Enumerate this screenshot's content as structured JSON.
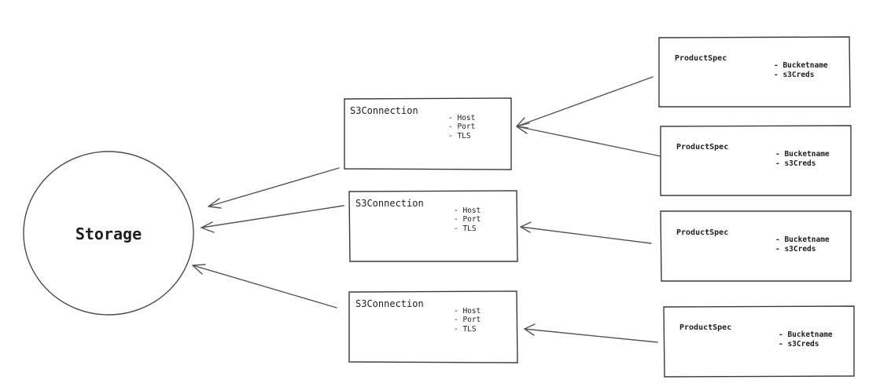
{
  "storage": {
    "label": "Storage"
  },
  "connections": [
    {
      "title": "S3Connection",
      "attributes": [
        "- Host",
        "- Port",
        "- TLS"
      ]
    },
    {
      "title": "S3Connection",
      "attributes": [
        "- Host",
        "- Port",
        "- TLS"
      ]
    },
    {
      "title": "S3Connection",
      "attributes": [
        "- Host",
        "- Port",
        "- TLS"
      ]
    }
  ],
  "product_specs": [
    {
      "title": "ProductSpec",
      "attributes": [
        "- Bucketname",
        "- s3Creds"
      ]
    },
    {
      "title": "ProductSpec",
      "attributes": [
        "- Bucketname",
        "- s3Creds"
      ]
    },
    {
      "title": "ProductSpec",
      "attributes": [
        "- Bucketname",
        "- s3Creds"
      ]
    },
    {
      "title": "ProductSpec",
      "attributes": [
        "- Bucketname",
        "- s3Creds"
      ]
    }
  ]
}
